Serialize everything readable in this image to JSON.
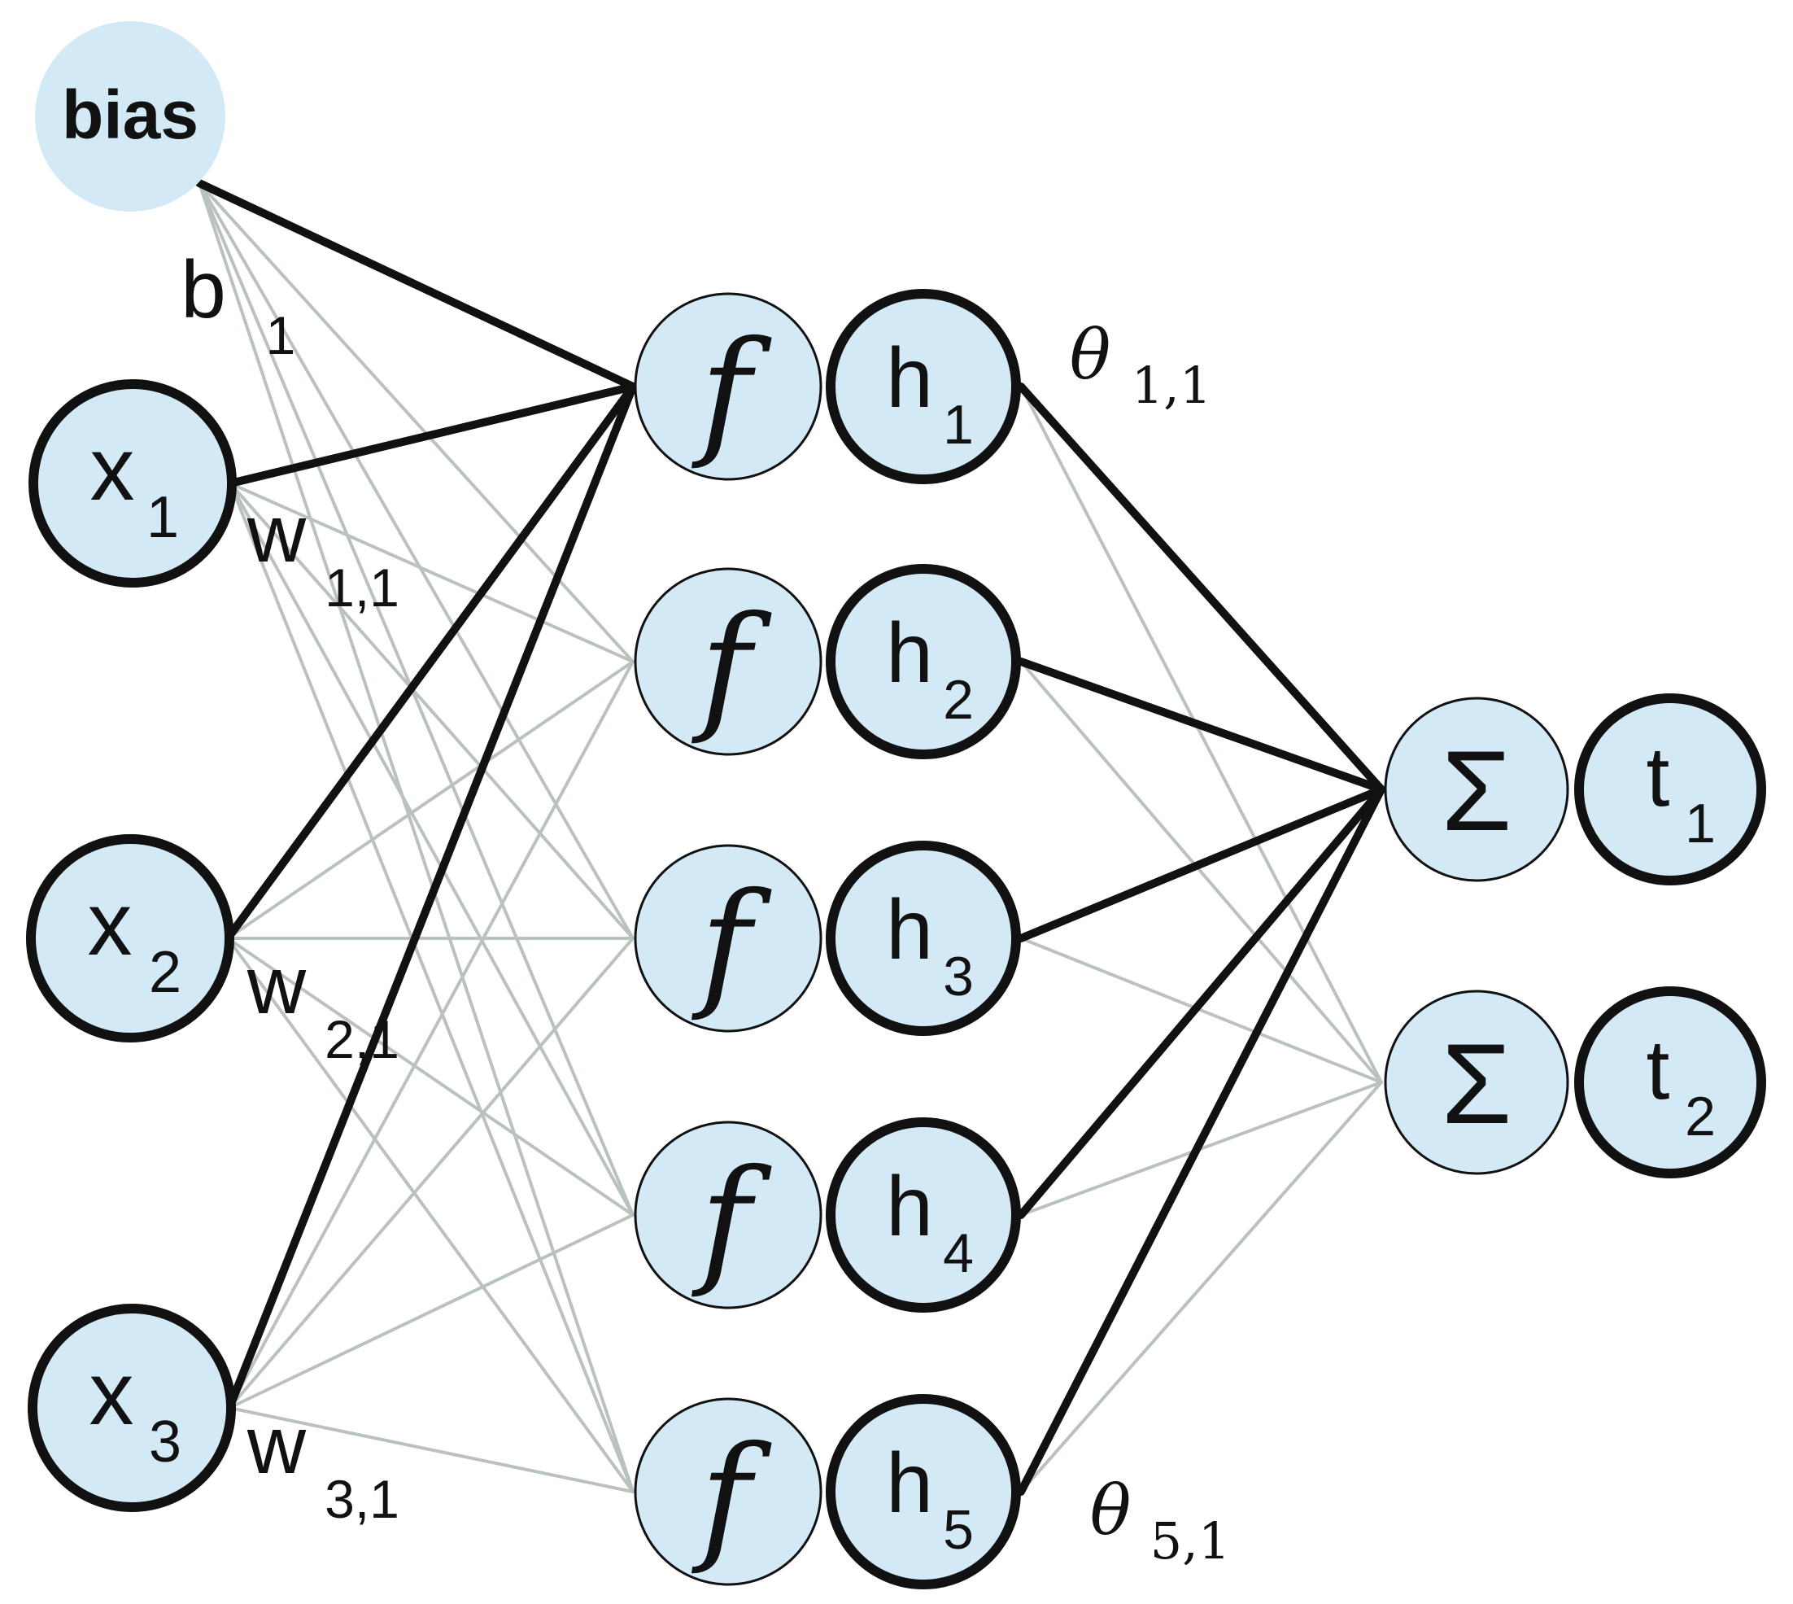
{
  "colors": {
    "node_fill": "#d3eaf6",
    "node_stroke": "#111111",
    "bold_edge": "#111111",
    "faint_edge": "#b9c2bf"
  },
  "nodes": {
    "bias": {
      "label": "bias"
    },
    "inputs": [
      {
        "id": "x1",
        "label": "x",
        "sub": "1"
      },
      {
        "id": "x2",
        "label": "x",
        "sub": "2"
      },
      {
        "id": "x3",
        "label": "x",
        "sub": "3"
      }
    ],
    "activation_symbol": "f",
    "hidden": [
      {
        "id": "h1",
        "label": "h",
        "sub": "1"
      },
      {
        "id": "h2",
        "label": "h",
        "sub": "2"
      },
      {
        "id": "h3",
        "label": "h",
        "sub": "3"
      },
      {
        "id": "h4",
        "label": "h",
        "sub": "4"
      },
      {
        "id": "h5",
        "label": "h",
        "sub": "5"
      }
    ],
    "sum_symbol": "Σ",
    "outputs": [
      {
        "id": "t1",
        "label": "t",
        "sub": "1"
      },
      {
        "id": "t2",
        "label": "t",
        "sub": "2"
      }
    ]
  },
  "edge_labels": {
    "b1": {
      "label": "b",
      "sub": "1"
    },
    "w11": {
      "label": "w",
      "sub": "1,1"
    },
    "w21": {
      "label": "w",
      "sub": "2,1"
    },
    "w31": {
      "label": "w",
      "sub": "3,1"
    },
    "theta11": {
      "label": "θ",
      "sub": "1,1"
    },
    "theta51": {
      "label": "θ",
      "sub": "5,1"
    }
  }
}
